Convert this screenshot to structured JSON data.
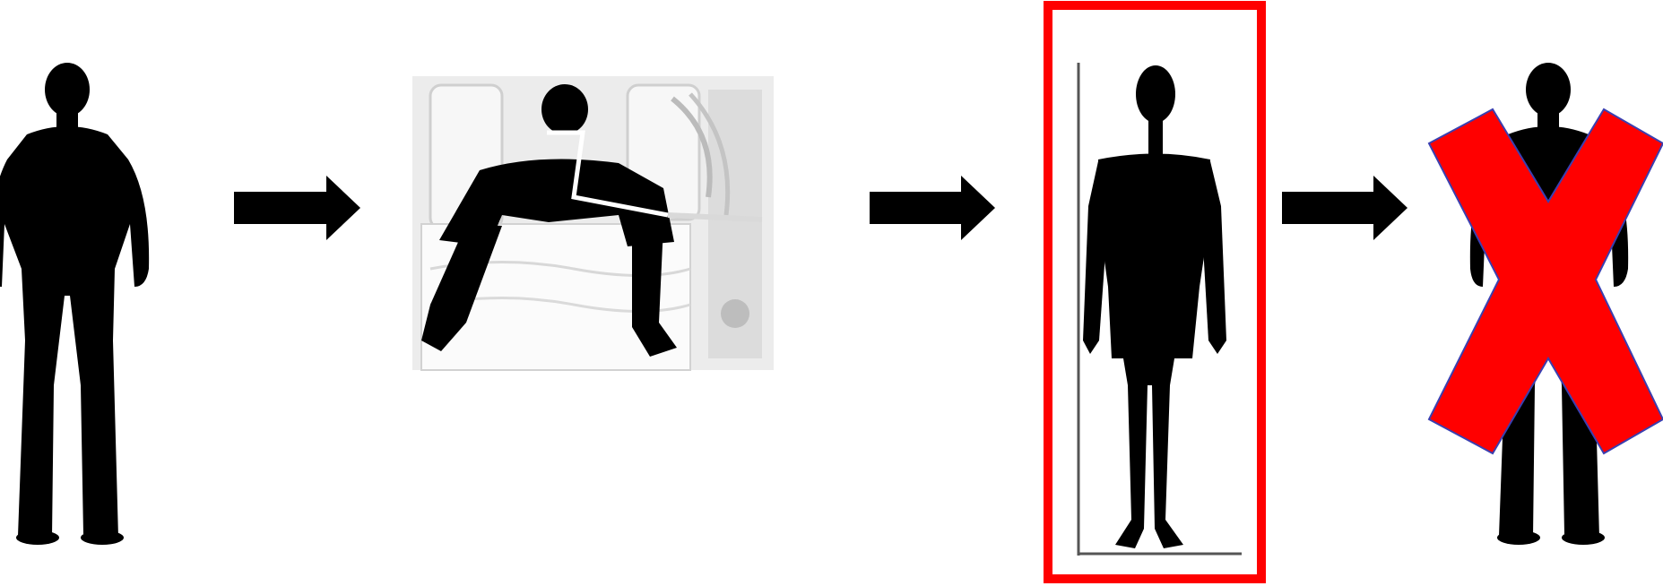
{
  "diagram": {
    "steps": [
      {
        "id": "healthy-person",
        "icon": "standing-person-silhouette-icon"
      },
      {
        "id": "icu-patient",
        "icon": "icu-bed-patient-photo"
      },
      {
        "id": "wasted-person",
        "icon": "emaciated-person-silhouette-icon",
        "highlighted": true
      },
      {
        "id": "crossed-person",
        "icon": "standing-person-crossed-out-icon"
      }
    ],
    "connectors": [
      "right-arrow-icon",
      "right-arrow-icon",
      "right-arrow-icon"
    ],
    "colors": {
      "silhouette": "#000000",
      "highlight_frame": "#ff0000",
      "cross": "#ff0000",
      "cross_outline": "#3a3fb0",
      "photo_background": "#ededed",
      "background": "#ffffff"
    }
  }
}
